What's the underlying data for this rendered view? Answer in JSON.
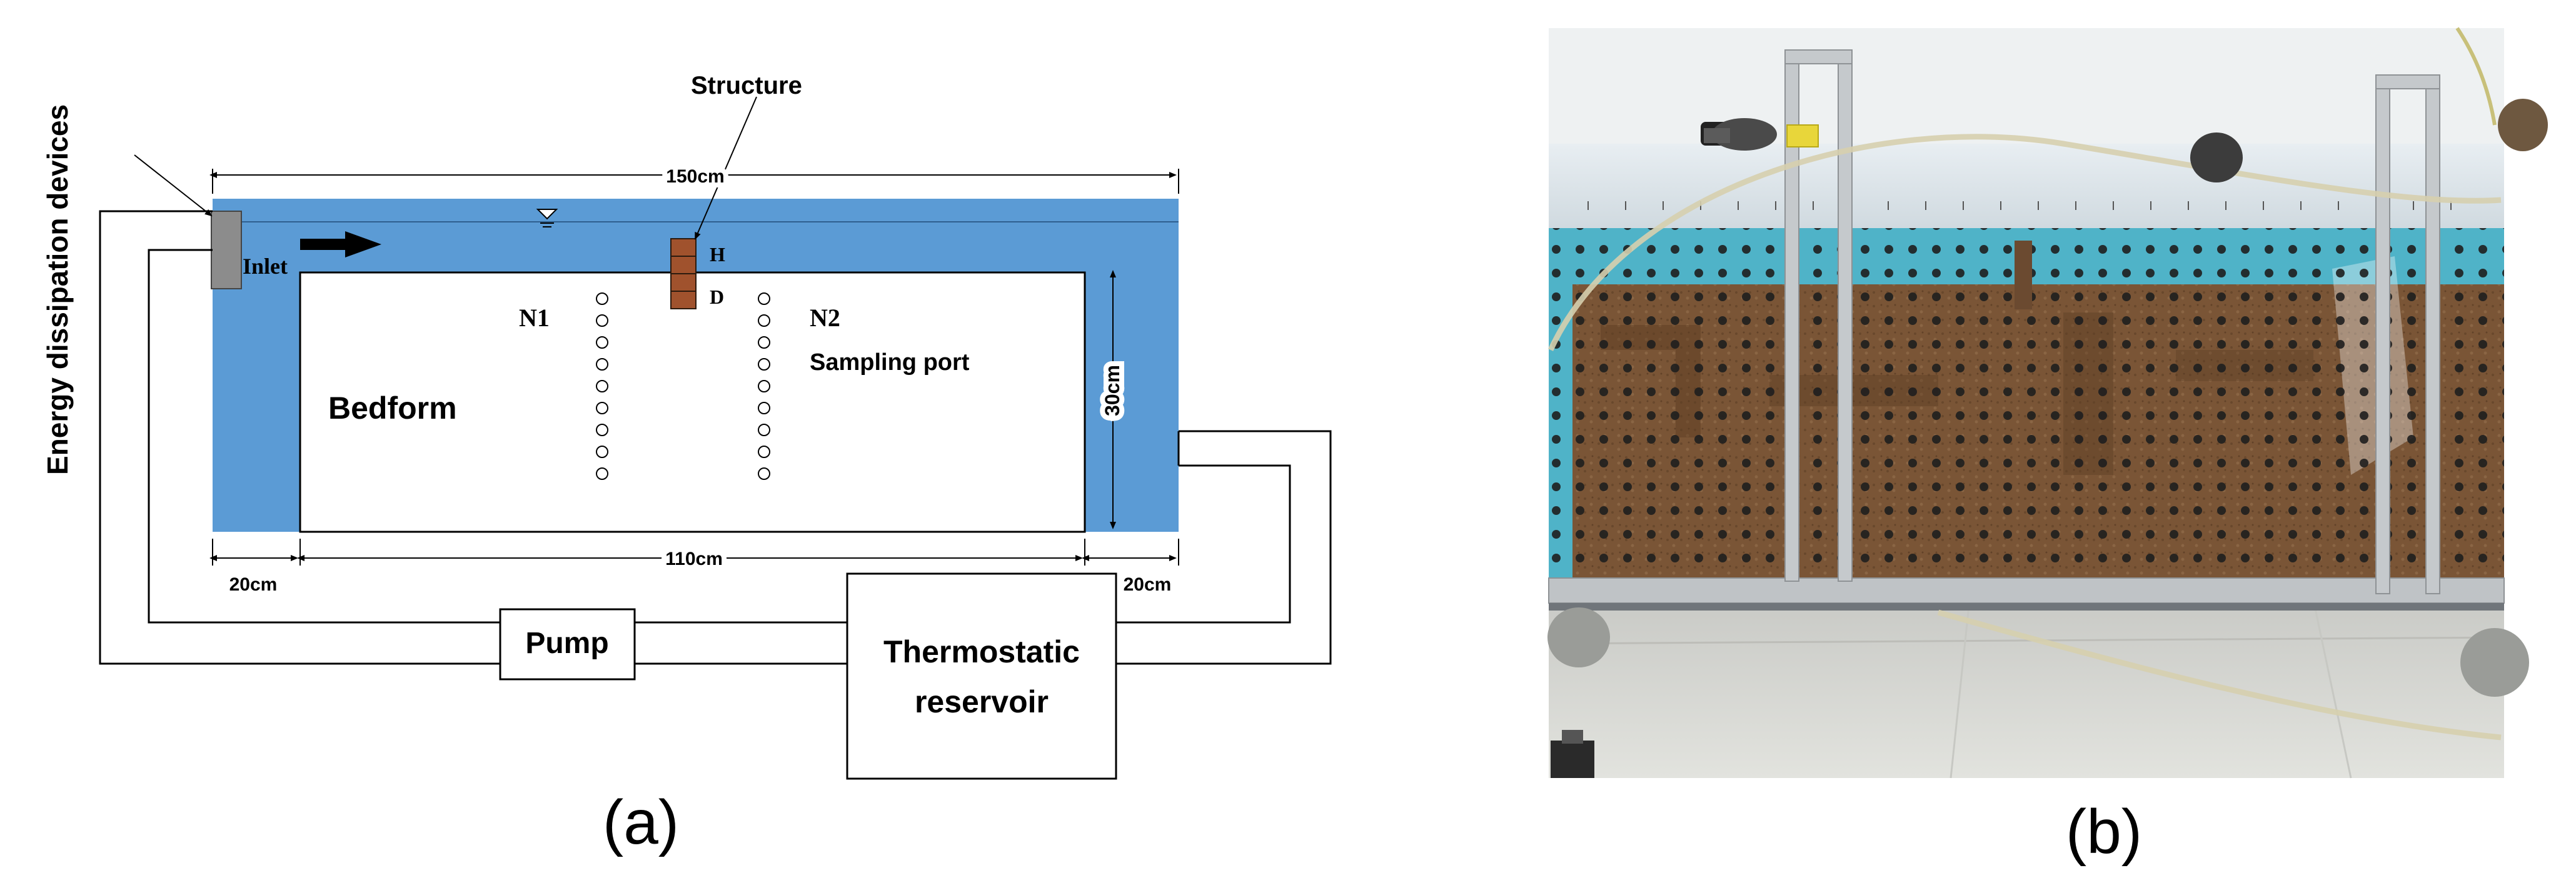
{
  "panel_a": {
    "caption": "(a)",
    "energy_dissipation_label": "Energy dissipation devices",
    "structure_label": "Structure",
    "inlet_label": "Inlet",
    "bedform_label": "Bedform",
    "n1_label": "N1",
    "n2_label": "N2",
    "sampling_port_label": "Sampling port",
    "h_label": "H",
    "d_label": "D",
    "dim_total_length": "150cm",
    "dim_bed_length": "110cm",
    "dim_left_section": "20cm",
    "dim_right_section": "20cm",
    "dim_height": "30cm",
    "pump_label": "Pump",
    "reservoir_label_line1": "Thermostatic",
    "reservoir_label_line2": "reservoir",
    "sampling_ports_per_column": 9,
    "colors": {
      "water": "#5b9bd5",
      "structure": "#a0522d",
      "device": "#8c8c8c",
      "line": "#000000"
    }
  },
  "panel_b": {
    "caption": "(b)",
    "colors": {
      "water": "#4fb3c8",
      "sediment": "#7a5536",
      "frame": "#bfc3c6",
      "floor": "#d9dad6"
    }
  }
}
